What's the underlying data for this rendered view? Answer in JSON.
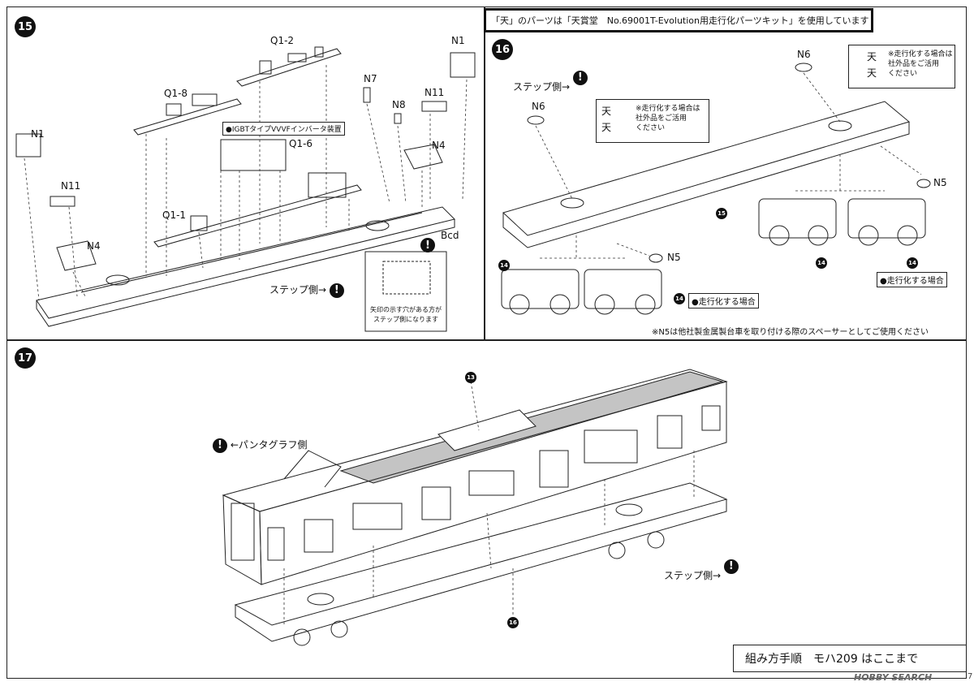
{
  "header_note": "「天」のパーツは「天賞堂　No.69001T-Evolution用走行化パーツキット」を使用しています",
  "steps": {
    "s15": "15",
    "s16": "16",
    "s17": "17"
  },
  "panel15": {
    "labels": {
      "q1_2": "Q1-2",
      "n1_right": "N1",
      "n1_left": "N1",
      "q1_8": "Q1-8",
      "n7": "N7",
      "n8": "N8",
      "n11_right": "N11",
      "n11_left": "N11",
      "n4_right": "N4",
      "n4_left": "N4",
      "q1_6": "Q1-6",
      "q1_1": "Q1-1",
      "bcd": "Bcd"
    },
    "igbt_note": "●IGBTタイプVVVFインバータ装置",
    "step_side": "ステップ側→",
    "inset_note_line1": "矢印の示す穴がある方が",
    "inset_note_line2": "ステップ側になります"
  },
  "panel16": {
    "step_side": "ステップ側→",
    "labels": {
      "n6_left": "N6",
      "n6_right": "N6",
      "n5_left": "N5",
      "n5_right": "N5"
    },
    "ten_left": [
      "天",
      "天"
    ],
    "ten_right": [
      "天",
      "天"
    ],
    "ten_note": [
      "※走行化する場合は",
      "社外品をご活用",
      "ください"
    ],
    "ten_note_right": [
      "※走行化する場合は",
      "社外品をご活用",
      "ください"
    ],
    "running_left": "●走行化する場合",
    "running_right": "●走行化する場合",
    "badge14": "14",
    "badge15": "15",
    "n5_footnote": "※N5は他社製金属製台車を取り付ける際のスペーサーとしてご使用ください"
  },
  "panel17": {
    "pantograph_side": "←パンタグラフ側",
    "step_side": "ステップ側→",
    "badge13": "13",
    "badge16": "16"
  },
  "footer": {
    "text": "組み方手順　モハ209 はここまで"
  },
  "watermark": "HOBBY SEARCH",
  "page_number": "7"
}
